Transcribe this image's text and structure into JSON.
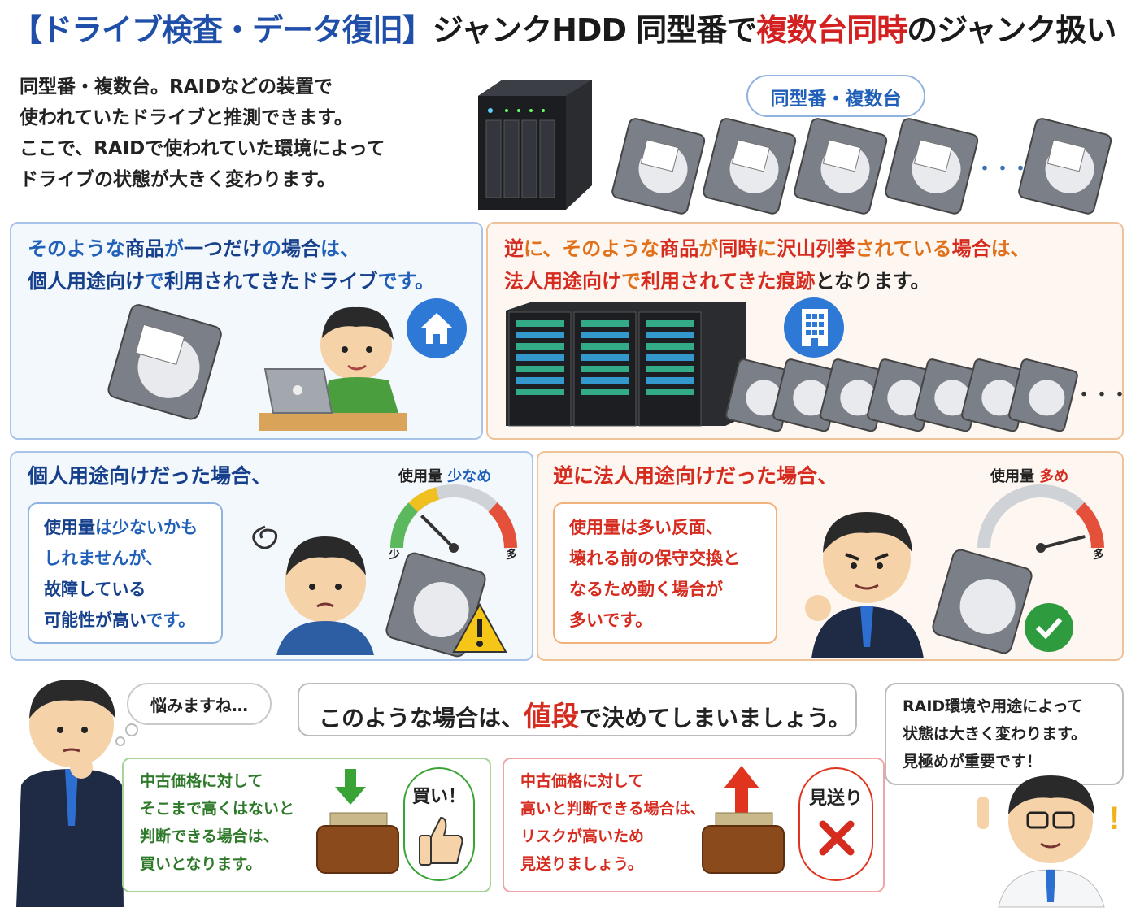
{
  "title": {
    "part1": "【ドライブ検査・データ復旧】",
    "part2": "ジャンクHDD 同型番で",
    "part3": "複数台同時",
    "part4": "のジャンク扱い"
  },
  "intro": {
    "lines": [
      "同型番・複数台。RAIDなどの装置で",
      "使われていたドライブと推測できます。",
      "ここで、RAIDで使われていた環境によって",
      "ドライブの状態が大きく変わります。"
    ],
    "bubble_label": "同型番・複数台",
    "ellipsis": "・・・"
  },
  "personal_panel": {
    "line1": {
      "a": "そのような",
      "b": "商品",
      "c": "が",
      "d": "一つだけ",
      "e": "の",
      "f": "場合",
      "g": "は、"
    },
    "line2": {
      "a": "個人用途向け",
      "b": "で",
      "c": "利用されてきたドライブ",
      "d": "です。"
    },
    "icon": "home-icon"
  },
  "corporate_panel": {
    "line1": {
      "a": "逆",
      "b": "に、そのような",
      "c": "商品",
      "d": "が",
      "e": "同時",
      "f": "に",
      "g": "沢山列挙",
      "h": "されている",
      "i": "場合",
      "j": "は、"
    },
    "line2": {
      "a": "法人用途向け",
      "b": "で",
      "c": "利用されてきた",
      "d": "痕跡",
      "e": "となります。"
    },
    "icon": "building-icon",
    "ellipsis": "・・・"
  },
  "personal_usage": {
    "heading": "個人用途向けだった場合、",
    "gauge_label": "使用量",
    "gauge_value": "少なめ",
    "gauge_min": "少",
    "gauge_max": "多",
    "gauge_level": 0.25,
    "box_lines": [
      "使用量は少ないかも",
      "しれませんが、",
      "故障している",
      "可能性が高いです。"
    ],
    "box_line1_a": "使用量",
    "box_line1_b": "は少ないかも",
    "box_line4_a": "可能性が高い",
    "box_line4_b": "です。"
  },
  "corporate_usage": {
    "heading": "逆に法人用途向けだった場合、",
    "gauge_label": "使用量",
    "gauge_value": "多め",
    "gauge_max": "多",
    "gauge_level": 0.92,
    "box_lines": [
      "使用量は多い反面、",
      "壊れる前の保守交換と",
      "なるため動く場合が",
      "多いです。"
    ]
  },
  "bottom": {
    "thinking_bubble": "悩みますね…",
    "decision": {
      "a": "このような場合は、",
      "b": "値段",
      "c": "で決めてしまいましょう。"
    },
    "advice_lines": [
      "RAID環境や用途によって",
      "状態は大きく変わります。",
      "見極めが重要です！"
    ],
    "buy_lines": [
      "中古価格に対して",
      "そこまで高くはないと",
      "判断できる場合は、",
      "買いとなります。"
    ],
    "buy_badge": "買い！",
    "pass_lines": [
      "中古価格に対して",
      "高いと判断できる場合は、",
      "リスクが高いため",
      "見送りましょう。"
    ],
    "pass_badge": "見送り"
  },
  "colors": {
    "title_blue": "#1f4fa8",
    "title_red": "#d32020",
    "blue_text": "#2060b8",
    "orange_text": "#e0711a",
    "red_text": "#d62b1f",
    "green_text": "#2f7a2a"
  }
}
